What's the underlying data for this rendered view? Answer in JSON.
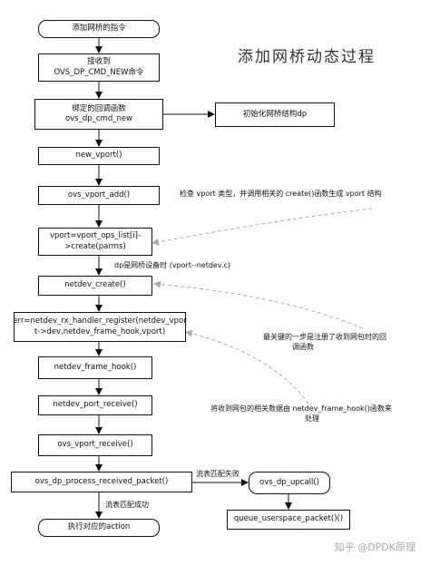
{
  "title": "添加网桥动态过程",
  "nodes": {
    "start": "添加网桥的指令",
    "recv_line1": "接收到",
    "recv_line2": "OVS_DP_CMD_NEW命令",
    "bind_line1": "绑定的回调函数",
    "bind_line2": "ovs_dp_cmd_new",
    "init": "初始化网桥结构dp",
    "new_vport": "new_vport()",
    "vport_add": "ovs_vport_add()",
    "create_line1": "vport=vport_ops_list[i]-",
    "create_line2": ">create(parms)",
    "netdev_create": "netdev_create()",
    "reg_line1": "err=netdev_rx_handler_register(netdev_vpor",
    "reg_line2": "t->dev,netdev_frame_hook,vport)",
    "frame_hook": "netdev_frame_hook()",
    "port_receive": "netdev_port_receive()",
    "vport_receive": "ovs_vport_receive()",
    "process": "ovs_dp_process_received_packet()",
    "upcall": "ovs_dp_upcall()",
    "queue": "queue_userspace_packet()()",
    "action": "执行对应的action"
  },
  "annotations": {
    "check": "检查 vport 类型，并调用相关的 create()函数生成 vport 结构",
    "dp": "dp是网桥设备时 (vport--netdev.c)",
    "key_line1": "最关键的一步是注册了收到网包时的回",
    "key_line2": "调函数",
    "pass_line1": "将收到网包的相关数据由 netdev_frame_hook()函数来",
    "pass_line2": "处理",
    "miss": "流表匹配失败",
    "hit": "流表匹配成功"
  },
  "watermark": "知乎 @DPDK原理"
}
